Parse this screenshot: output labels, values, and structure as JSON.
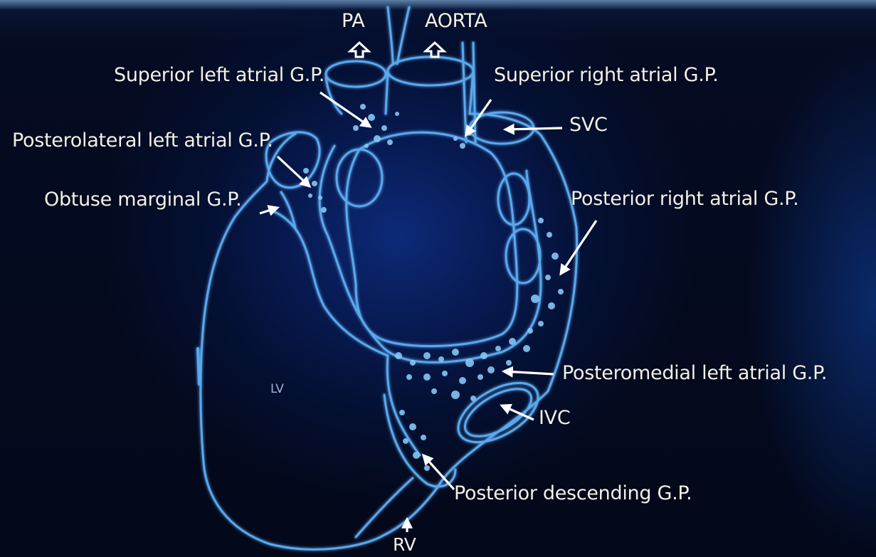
{
  "labels": {
    "pa": "PA",
    "aorta": "AORTA",
    "superior_left_atrial": "Superior left atrial G.P.",
    "superior_right_atrial": "Superior right atrial G.P.",
    "svc": "SVC",
    "posterolateral_left_atrial": "Posterolateral left atrial G.P.",
    "obtuse_marginal": "Obtuse marginal G.P.",
    "posterior_right_atrial": "Posterior right atrial G.P.",
    "posteromedial_left_atrial": "Posteromedial left atrial G.P.",
    "ivc": "IVC",
    "lv": "LV",
    "posterior_descending": "Posterior descending G.P.",
    "rv": "RV"
  },
  "colors": {
    "outline": "#5aa8ee",
    "outline_bright": "#8fd0ff",
    "dots": "#86c6f4",
    "label_text": "#f1f1ea",
    "arrow": "#ffffff"
  }
}
